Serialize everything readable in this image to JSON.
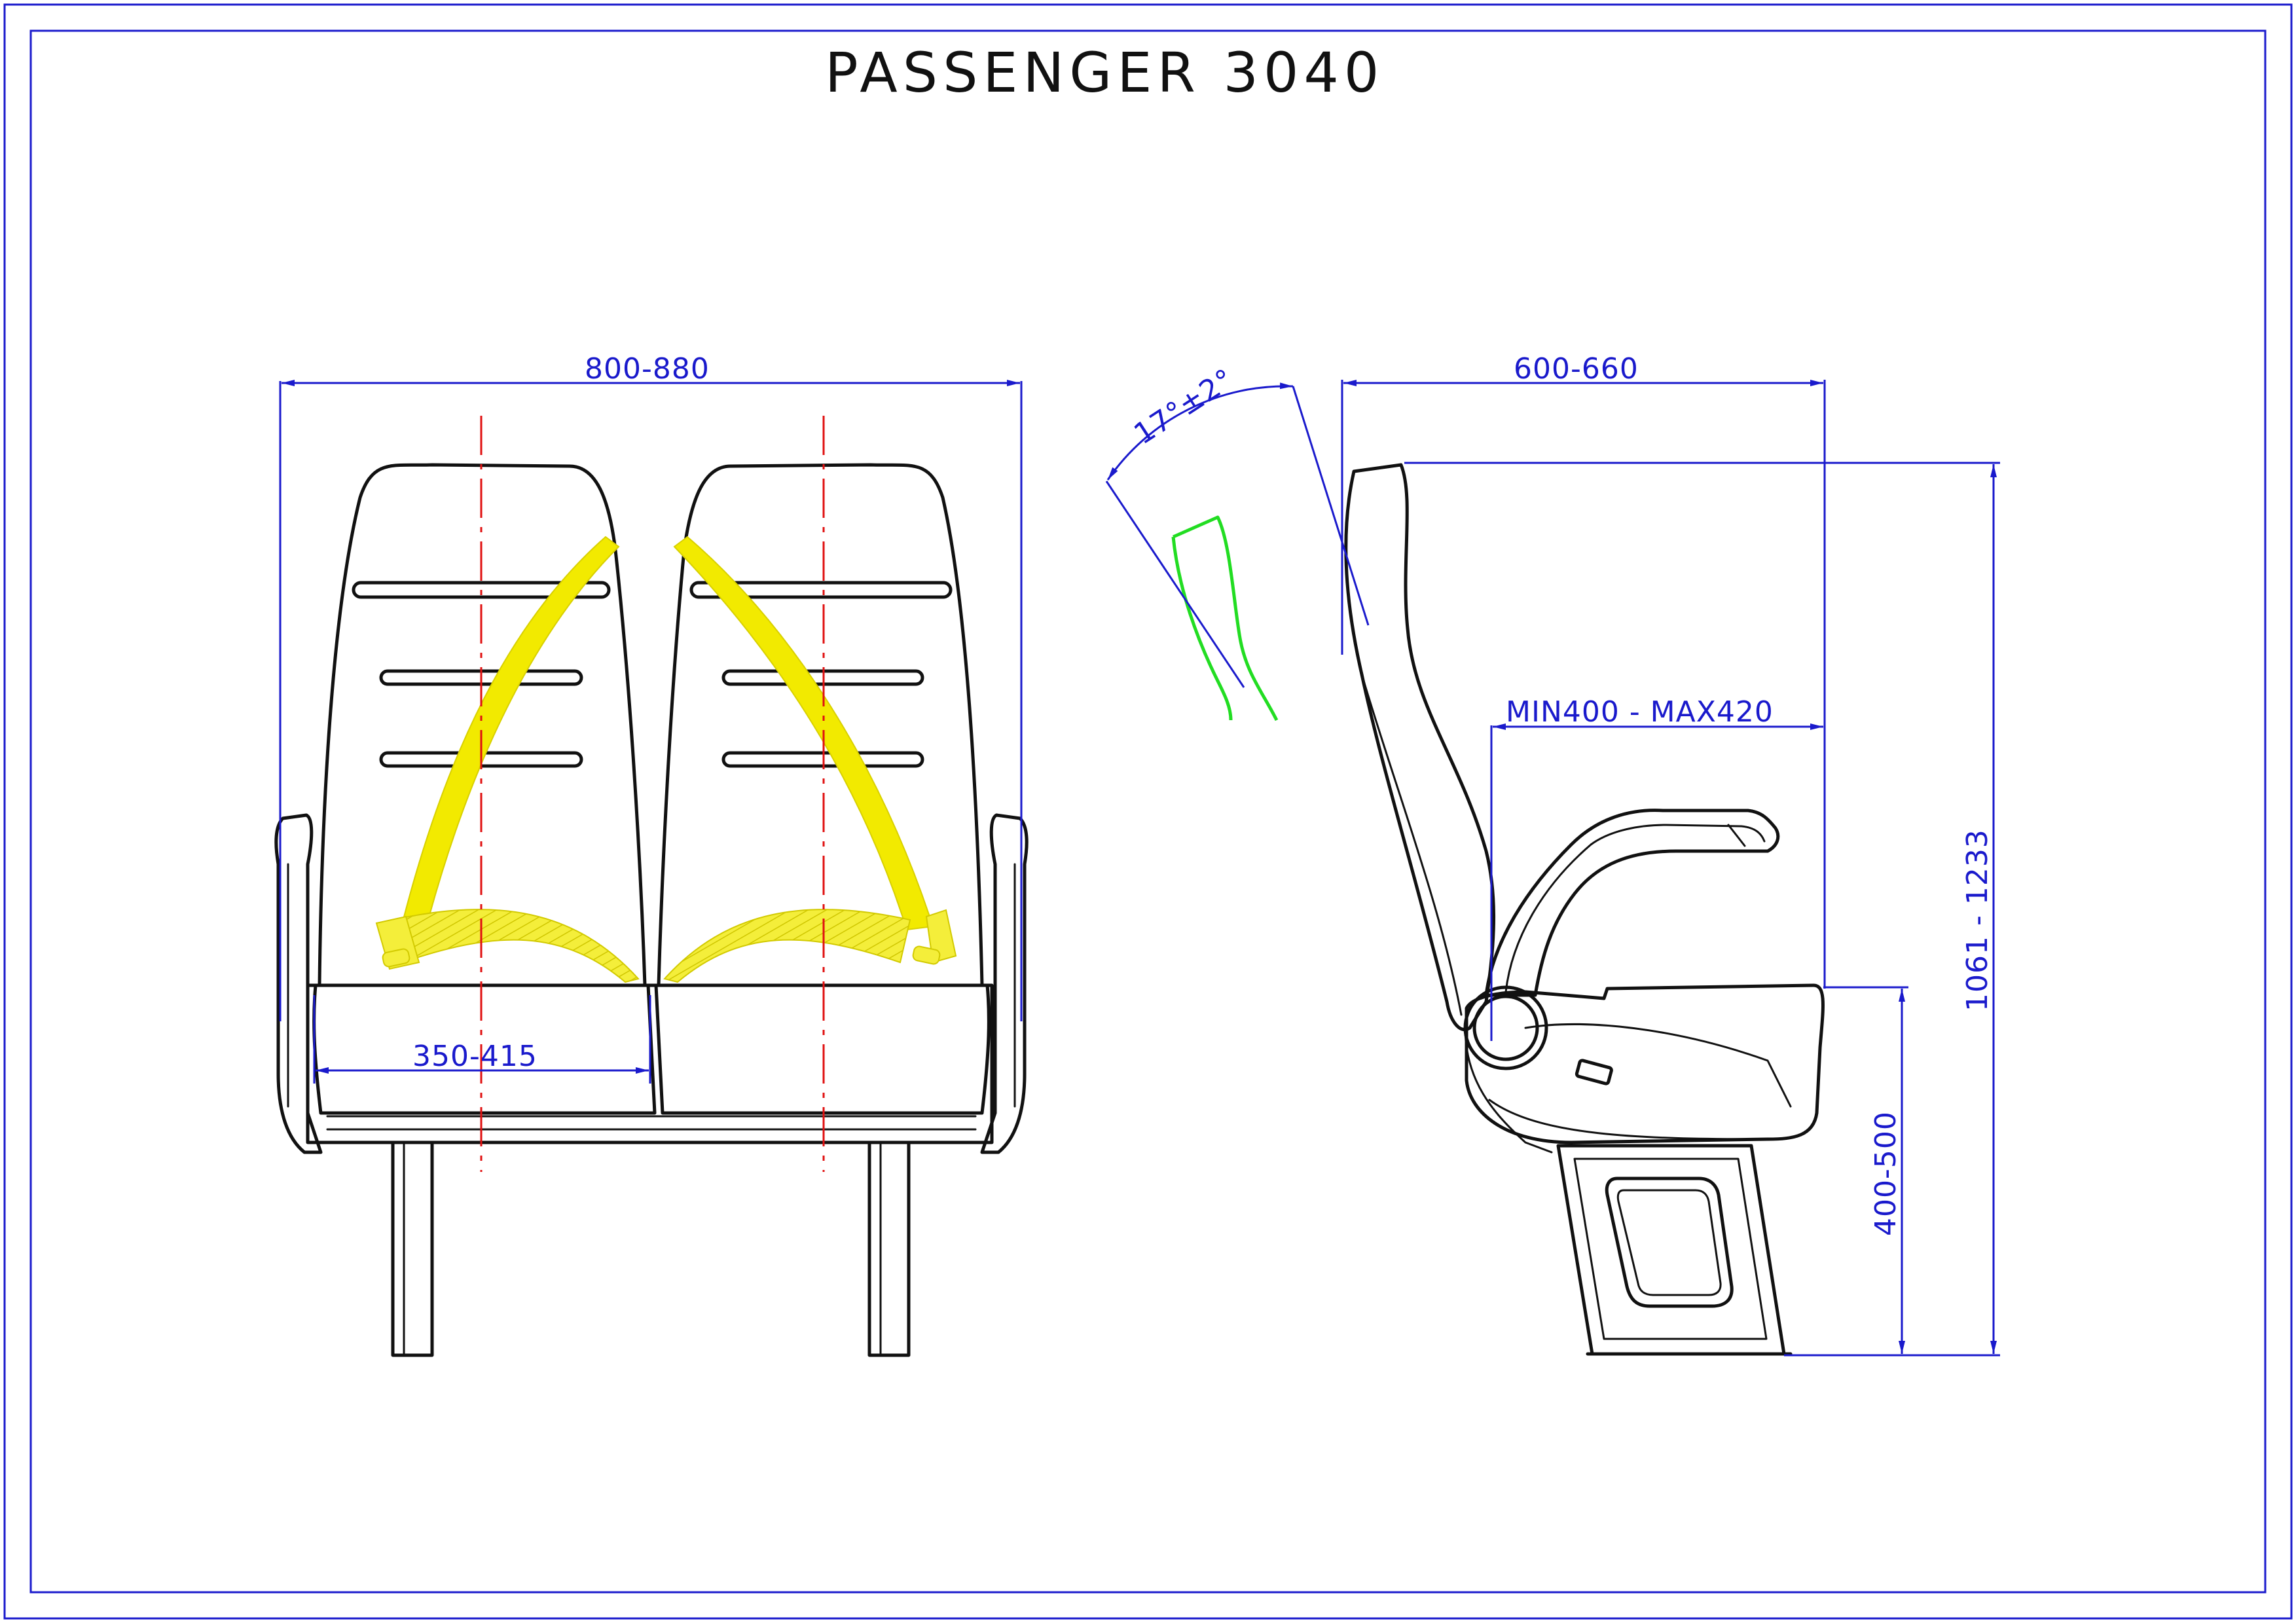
{
  "title": "PASSENGER 3040",
  "dimensions": {
    "overall_width": "800-880",
    "seat_width": "350-415",
    "side_depth": "600-660",
    "seat_depth": "MIN400 - MAX420",
    "backrest_angle": "17°±2°",
    "overall_height": "1061 - 1233",
    "seat_height": "400-500"
  },
  "colors": {
    "border": "#1a1acc",
    "dimension": "#1a1acc",
    "centerline": "#e01010",
    "seatbelt": "#f2ea00",
    "headrest_profile": "#22dd22",
    "outline": "#111111"
  }
}
